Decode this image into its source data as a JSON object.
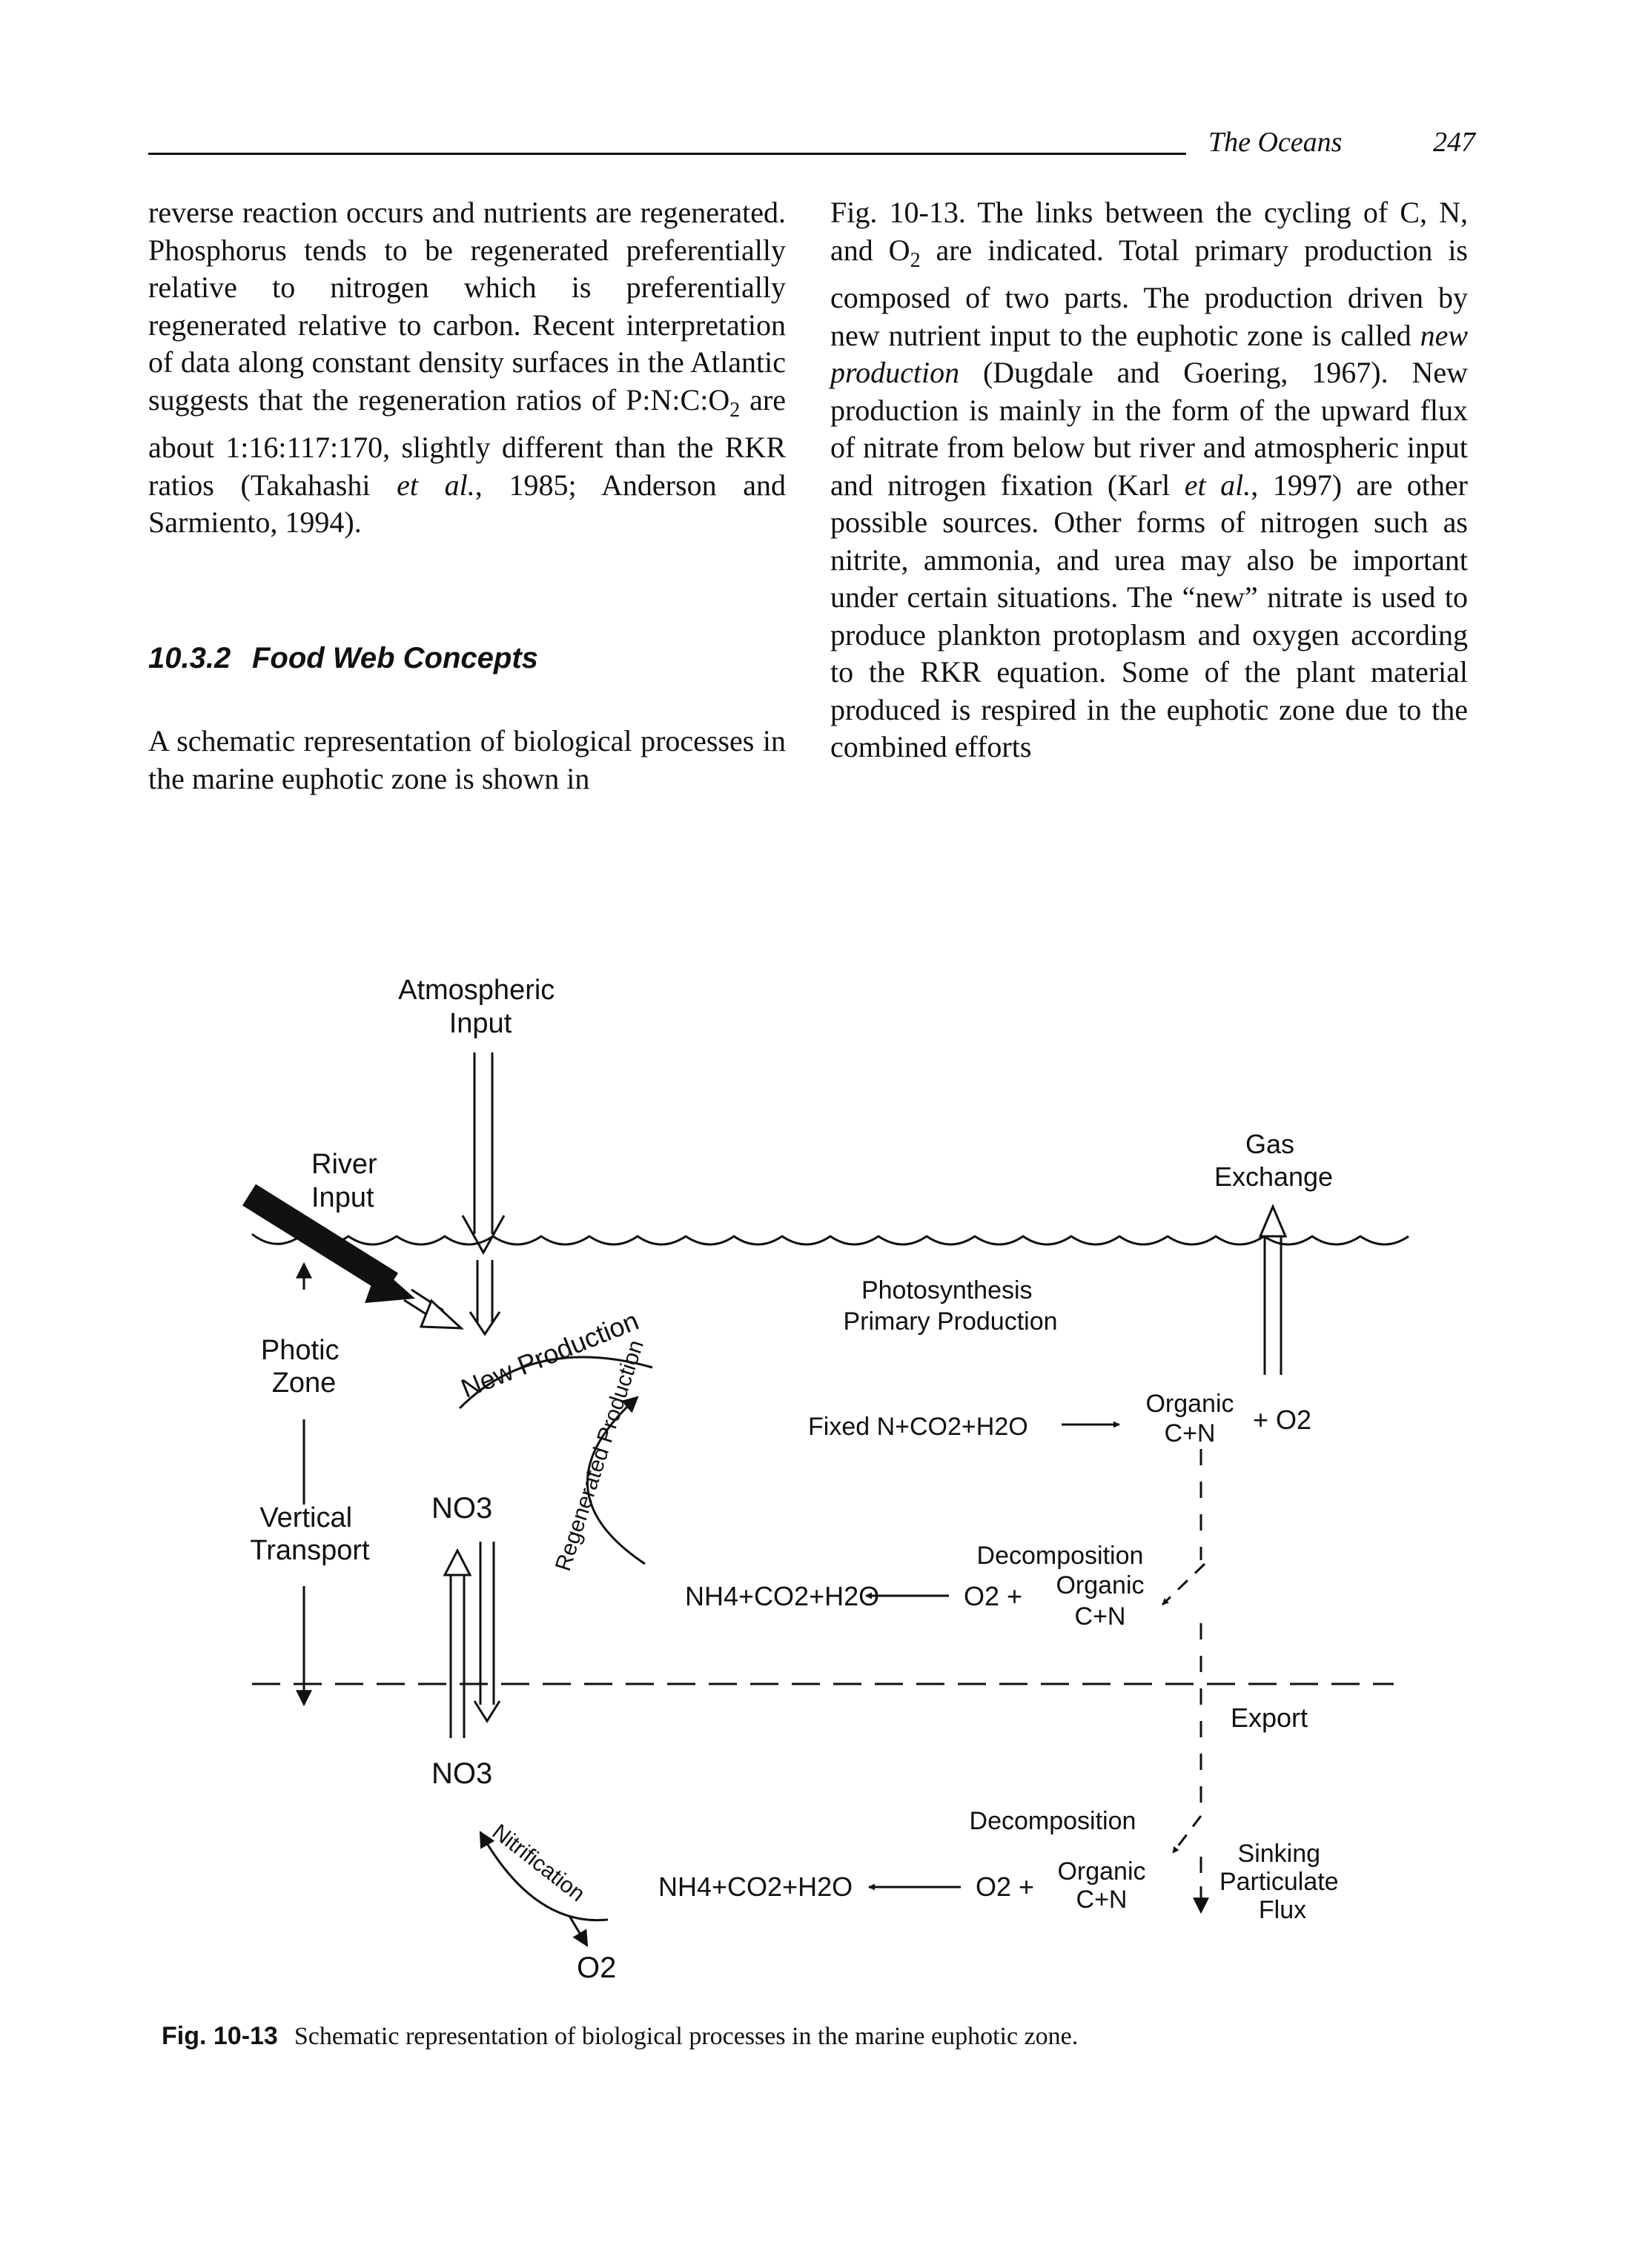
{
  "header": {
    "journal": "The Oceans",
    "page": "247"
  },
  "left_column": {
    "para1": [
      {
        "t": "reverse reaction occurs and nutrients are regenerated. Phosphorus tends to be regenerated preferentially relative to nitrogen which is preferentially regenerated relative to carbon. Recent interpretation of data along constant density surfaces in the Atlantic suggests that the regeneration ratios of P:N:C:O"
      },
      {
        "sub": "2"
      },
      {
        "t": " are about 1:16:117:170, slightly different than the RKR ratios (Takahashi "
      },
      {
        "i": "et al."
      },
      {
        "t": ", 1985; Anderson and Sarmiento, 1994)."
      }
    ],
    "heading_number": "10.3.2",
    "heading_title": "Food Web Concepts",
    "para2": [
      {
        "t": "A schematic representation of biological processes in the marine euphotic zone is shown in"
      }
    ]
  },
  "right_column": {
    "para": [
      {
        "t": "Fig. 10-13. The links between the cycling of C, N, and O"
      },
      {
        "sub": "2"
      },
      {
        "t": " are indicated. Total primary production is composed of two parts. The production driven by new nutrient input to the euphotic zone is called "
      },
      {
        "i": "new production"
      },
      {
        "t": " (Dugdale and Goering, 1967). New production is mainly in the form of the upward flux of nitrate from below but river and atmospheric input and nitrogen fixation (Karl "
      },
      {
        "i": "et al."
      },
      {
        "t": ", 1997) are other possible sources. Other forms of nitrogen such as nitrite, ammonia, and urea may also be important under certain situations. The “new” nitrate is used to produce plankton protoplasm and oxygen according to the RKR equation. Some of the plant material produced is respired in the euphotic zone due to the combined efforts"
      }
    ]
  },
  "figure": {
    "atmospheric_input": [
      "Atmospheric",
      "Input"
    ],
    "river_input": [
      "River",
      "Input"
    ],
    "gas_exchange": [
      "Gas",
      "Exchange"
    ],
    "photic_zone": [
      "Photic",
      "Zone"
    ],
    "vertical_transport": [
      "Vertical",
      "Transport"
    ],
    "photosynthesis": [
      "Photosynthesis",
      "Primary Production"
    ],
    "new_production": "New Production",
    "regenerated_production": "Regenerated Production",
    "fixed_reaction": "Fixed N+CO2+H2O",
    "organic": "Organic",
    "c_plus_n": "C+N",
    "plus_o2": "+ O2",
    "no3": "NO3",
    "decomposition": "Decomposition",
    "ammonium_products": "NH4+CO2+H2O",
    "o2_plus": "O2 +",
    "export": "Export",
    "sinking_flux": [
      "Sinking",
      "Particulate",
      "Flux"
    ],
    "nitrification": "Nitrification",
    "o2": "O2"
  },
  "caption": {
    "label": "Fig. 10-13",
    "text": "Schematic representation of biological processes in the marine euphotic zone."
  }
}
